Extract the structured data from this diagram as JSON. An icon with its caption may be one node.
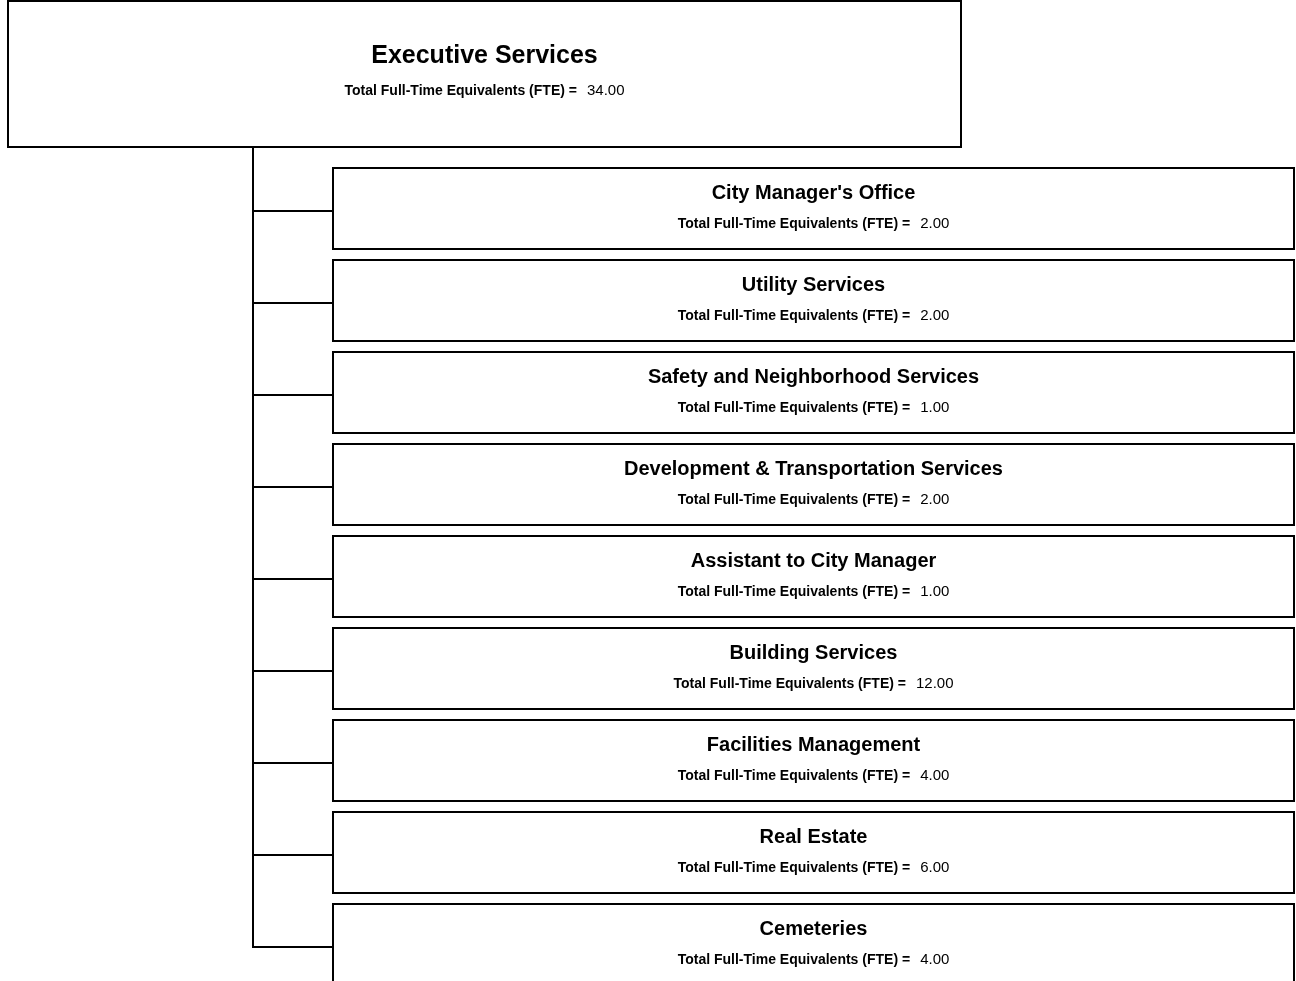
{
  "diagram": {
    "nodes": [
      {
        "text": [
          "Executive Services",
          "Total Full-Time Equivalents (FTE) =",
          "34.00"
        ]
      },
      {
        "text": [
          "City Manager's Office",
          "Total Full-Time Equivalents (FTE) =",
          "2.00"
        ]
      },
      {
        "text": [
          "Utility Services",
          "Total Full-Time Equivalents (FTE) =",
          "2.00"
        ]
      },
      {
        "text": [
          "Safety and Neighborhood Services",
          "Total Full-Time Equivalents (FTE) =",
          "1.00"
        ]
      },
      {
        "text": [
          "Development & Transportation Services",
          "Total Full-Time Equivalents (FTE) =",
          "2.00"
        ]
      },
      {
        "text": [
          "Assistant to City Manager",
          "Total Full-Time Equivalents (FTE) =",
          "1.00"
        ]
      },
      {
        "text": [
          "Building Services",
          "Total Full-Time Equivalents (FTE) =",
          "12.00"
        ]
      },
      {
        "text": [
          "Facilities Management",
          "Total Full-Time Equivalents (FTE) =",
          "4.00"
        ]
      },
      {
        "text": [
          "Real Estate",
          "Total Full-Time Equivalents (FTE) =",
          "6.00"
        ]
      },
      {
        "text": [
          "Cemeteries",
          "Total Full-Time Equivalents (FTE) =",
          "4.00"
        ]
      }
    ],
    "edges": [
      {
        "from": 0,
        "to": 1,
        "arrow": "none"
      },
      {
        "from": 0,
        "to": 2,
        "arrow": "none"
      },
      {
        "from": 0,
        "to": 3,
        "arrow": "none"
      },
      {
        "from": 0,
        "to": 4,
        "arrow": "none"
      },
      {
        "from": 0,
        "to": 5,
        "arrow": "none"
      },
      {
        "from": 0,
        "to": 6,
        "arrow": "none"
      },
      {
        "from": 0,
        "to": 7,
        "arrow": "none"
      },
      {
        "from": 0,
        "to": 8,
        "arrow": "none"
      },
      {
        "from": 0,
        "to": 9,
        "arrow": "none"
      }
    ]
  }
}
